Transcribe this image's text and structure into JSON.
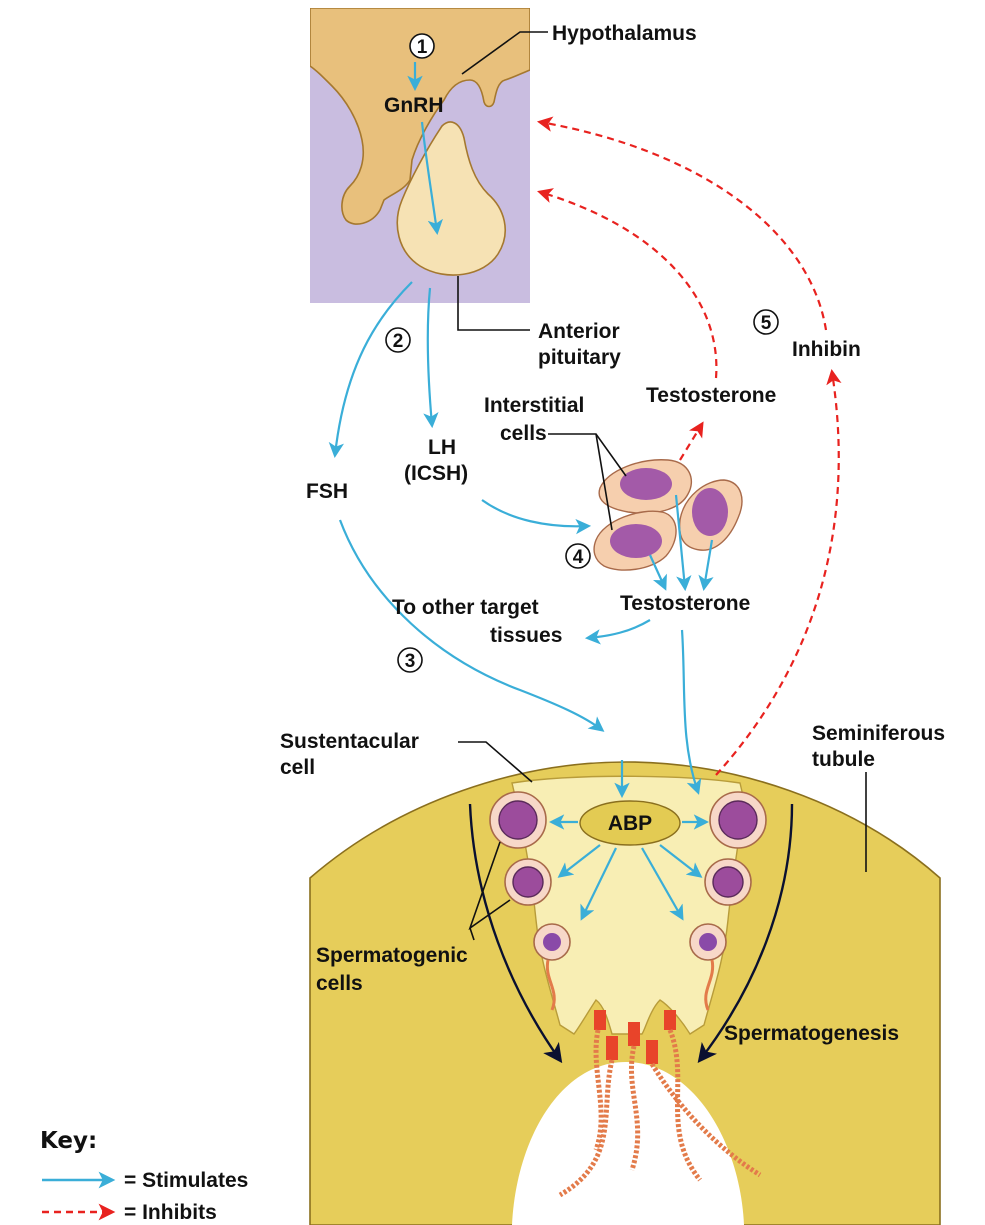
{
  "labels": {
    "hypothalamus": "Hypothalamus",
    "gnrh": "GnRH",
    "anterior_pituitary_1": "Anterior",
    "anterior_pituitary_2": "pituitary",
    "fsh": "FSH",
    "lh_1": "LH",
    "lh_2": "(ICSH)",
    "interstitial_1": "Interstitial",
    "interstitial_2": "cells",
    "testosterone_top": "Testosterone",
    "testosterone_mid": "Testosterone",
    "inhibin": "Inhibin",
    "other_targets_1": "To other target",
    "other_targets_2": "tissues",
    "sustentacular_1": "Sustentacular",
    "sustentacular_2": "cell",
    "seminiferous_1": "Seminiferous",
    "seminiferous_2": "tubule",
    "abp": "ABP",
    "spermatogenic_1": "Spermatogenic",
    "spermatogenic_2": "cells",
    "spermatogenesis": "Spermatogenesis"
  },
  "steps": [
    "1",
    "2",
    "3",
    "4",
    "5"
  ],
  "key": {
    "title": "Key:",
    "stimulates": "= Stimulates",
    "inhibits": "= Inhibits"
  },
  "colors": {
    "stimulates": "#3aaed8",
    "inhibits": "#e8221f",
    "brain_tissue": "#e8c07c",
    "pituitary_background": "#c9bde0",
    "tubule_wall": "#e6cd5a",
    "sustentacular_cell": "#f8eeb4",
    "cell_nucleus": "#9c4c9c"
  }
}
